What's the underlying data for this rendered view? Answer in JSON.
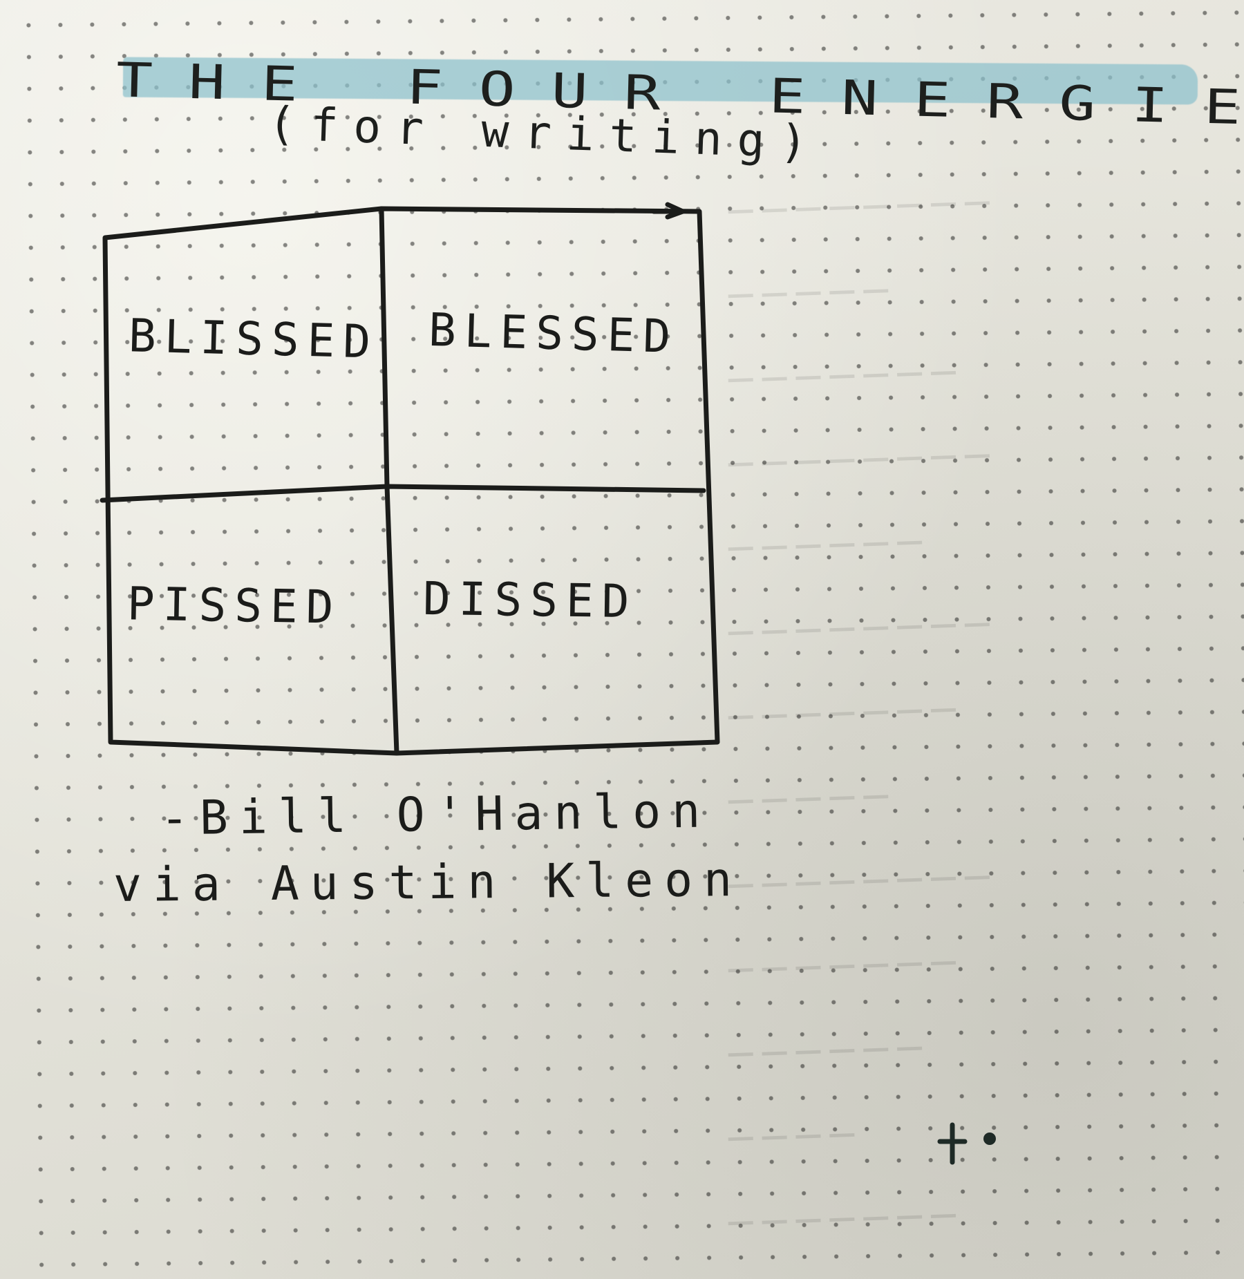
{
  "notebook_page": {
    "title": "THE FOUR ENERGIES",
    "subtitle": "(for writing)",
    "grid": {
      "top_left": "BLISSED",
      "top_right": "BLESSED",
      "bottom_left": "PISSED",
      "bottom_right": "DISSED"
    },
    "attribution": {
      "author_line": "-Bill O'Hanlon",
      "via_line": "via Austin Kleon"
    },
    "colors": {
      "highlighter": "#8cc0cc",
      "ink": "#1b1c1a",
      "paper": "#e6e5dc"
    }
  }
}
